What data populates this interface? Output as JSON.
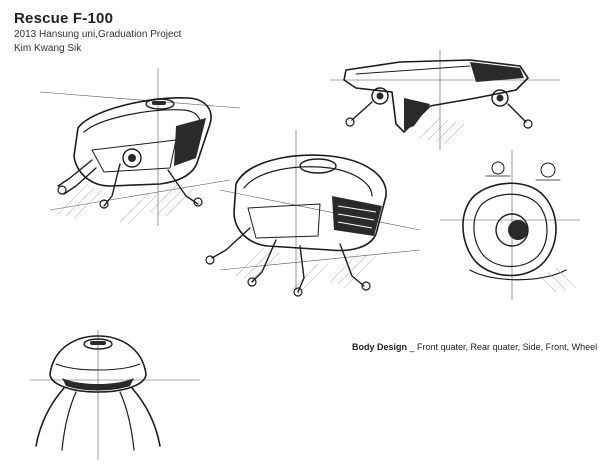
{
  "title": "Rescue F-100",
  "subtitle": "2013 Hansung uni,Graduation Project",
  "author": "Kim Kwang Sik",
  "caption": {
    "label": "Body Design",
    "text": " _ Front quater, Rear quater, Side, Front, Wheel"
  },
  "colors": {
    "ink": "#1c1c1c",
    "paper": "#ffffff",
    "shading": "#9a9a9a"
  }
}
